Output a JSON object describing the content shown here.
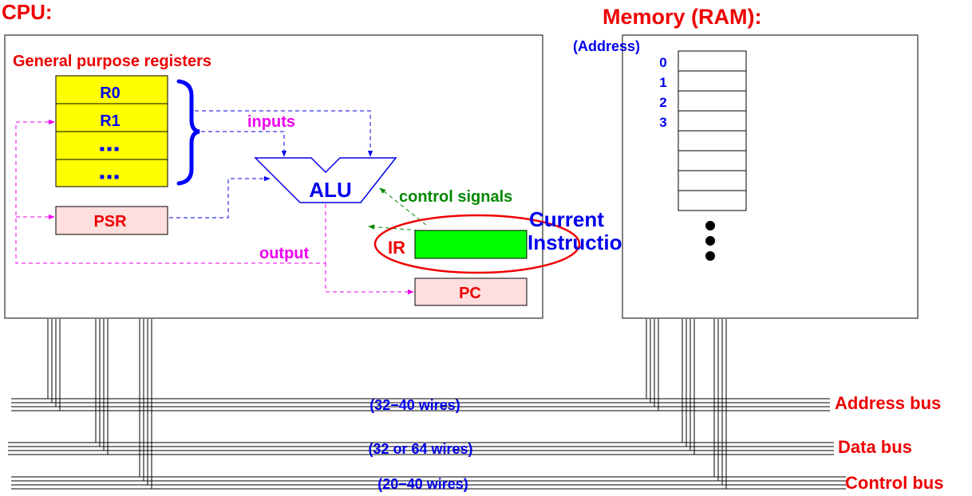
{
  "cpu": {
    "title": "CPU:",
    "registers_heading": "General purpose registers",
    "registers": [
      "R0",
      "R1",
      "▪▪▪",
      "▪▪▪"
    ],
    "inputs_label": "inputs",
    "alu_label": "ALU",
    "control_signals_label": "control signals",
    "psr_label": "PSR",
    "output_label": "output",
    "ir_label": "IR",
    "current_instruction_line1": "Current",
    "current_instruction_line2": "Instruction",
    "pc_label": "PC"
  },
  "memory": {
    "title": "Memory (RAM):",
    "address_heading": "(Address)",
    "addresses": [
      "0",
      "1",
      "2",
      "3"
    ],
    "cell_count": 8,
    "continuation_dots": 3
  },
  "buses": [
    {
      "name": "Address bus",
      "wires": "(32−40 wires)"
    },
    {
      "name": "Data bus",
      "wires": "(32 or 64 wires)"
    },
    {
      "name": "Control bus",
      "wires": "(20−40 wires)"
    }
  ],
  "colors": {
    "title_red": "#ee0000",
    "register_fill": "#ffff00",
    "register_text": "#0000ee",
    "magenta": "#ee00ee",
    "blue": "#0000ee",
    "green_text": "#008800",
    "ir_fill": "#00ff00",
    "pink_fill": "#ffdede",
    "brace_blue": "#0000ff"
  }
}
